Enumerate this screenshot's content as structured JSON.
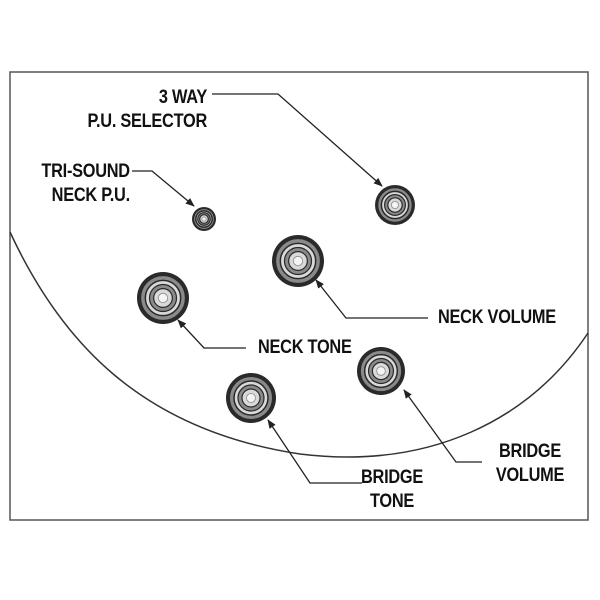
{
  "labels": {
    "selector": [
      "3 WAY",
      "P.U. SELECTOR"
    ],
    "tri_sound": [
      "TRI-SOUND",
      "NECK P.U."
    ],
    "neck_volume": [
      "NECK VOLUME"
    ],
    "neck_tone": [
      "NECK TONE"
    ],
    "bridge_volume": [
      "BRIDGE",
      "VOLUME"
    ],
    "bridge_tone": [
      "BRIDGE",
      "TONE"
    ]
  },
  "colors": {
    "line": "#222222",
    "knob_dark": "#2a2a2a",
    "knob_mid": "#8a8a8a",
    "knob_light": "#d9d9d9"
  }
}
